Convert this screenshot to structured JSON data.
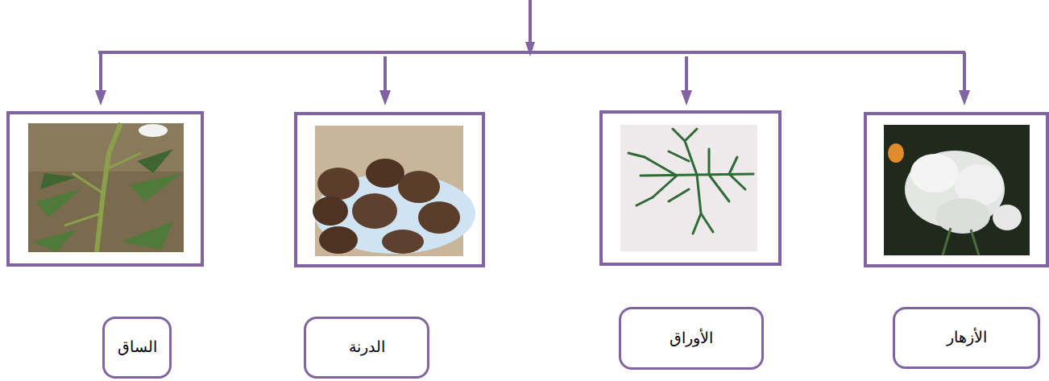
{
  "diagram": {
    "nodes": [
      {
        "text": [
          "الأزهار"
        ]
      },
      {
        "text": [
          "الأوراق"
        ]
      },
      {
        "text": [
          "الدرنة"
        ]
      },
      {
        "text": [
          "الساق"
        ]
      }
    ]
  }
}
